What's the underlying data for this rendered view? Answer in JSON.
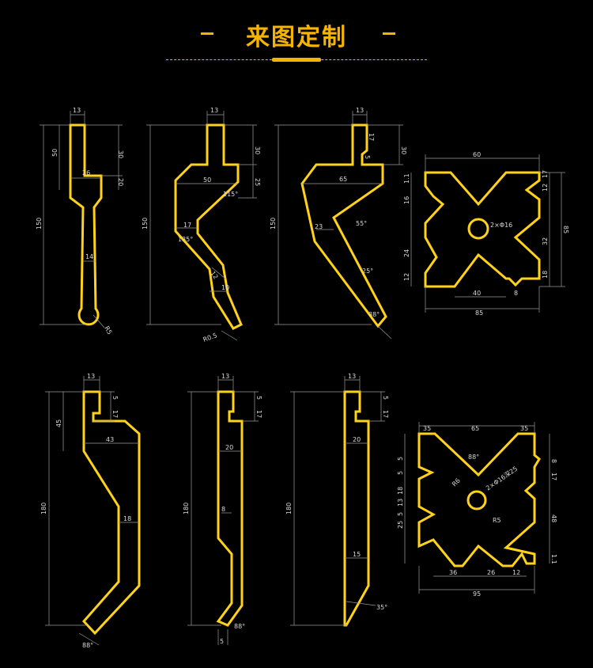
{
  "header": {
    "title": "来图定制",
    "dash_left": "-",
    "dash_right": "-"
  },
  "colors": {
    "accent": "#f5b400",
    "outline": "#ffd21a",
    "dimension_line": "#9a9a9a",
    "background": "#000000"
  },
  "dimension_labels": {
    "d1_13": "13",
    "d1_50": "50",
    "d1_30": "30",
    "d1_26": "26",
    "d1_20": "20",
    "d1_150": "150",
    "d1_14": "14",
    "d1_r5": "R5",
    "d2_13": "13",
    "d2_30": "30",
    "d2_50": "50",
    "d2_25": "25",
    "d2_115": "115°",
    "d2_150": "150",
    "d2_17": "17",
    "d2_135": "135°",
    "d2_12": "12",
    "d2_10": "10",
    "d2_r05": "R0.5",
    "d3_13": "13",
    "d3_17": "17",
    "d3_5": "5",
    "d3_30": "30",
    "d3_65": "65",
    "d3_150": "150",
    "d3_23": "23",
    "d3_55": "55°",
    "d3_25": "25°",
    "d3_88": "88°",
    "d4_60": "60",
    "d4_l1": "1.1",
    "d4_16": "16",
    "d4_2x16": "2×Φ16",
    "d4_24": "24",
    "d4_12a": "12",
    "d4_12b": "12",
    "d4_17": "17",
    "d4_85v": "85",
    "d4_32": "32",
    "d4_18": "18",
    "d4_40": "40",
    "d4_8": "8",
    "d4_85h": "85",
    "d5_13": "13",
    "d5_5": "5",
    "d5_17": "17",
    "d5_45": "45",
    "d5_43": "43",
    "d5_180": "180",
    "d5_18": "18",
    "d5_88": "88°",
    "d6_13": "13",
    "d6_5": "5",
    "d6_17": "17",
    "d6_20": "20",
    "d6_180": "180",
    "d6_8": "8",
    "d6_88": "88°",
    "d6_5b": "5",
    "d7_13": "13",
    "d7_5": "5",
    "d7_17": "17",
    "d7_20": "20",
    "d7_180": "180",
    "d7_15": "15",
    "d7_35": "35°",
    "d8_35a": "35",
    "d8_65": "65",
    "d8_35b": "35",
    "d8_5a": "5",
    "d8_88": "88°",
    "d8_8": "8",
    "d8_5b": "5",
    "d8_18": "18",
    "d8_r6": "R6",
    "d8_2x16": "2×Φ16深25",
    "d8_17": "17",
    "d8_13": "13",
    "d8_5c": "5",
    "d8_r5": "R5",
    "d8_25": "25",
    "d8_48": "48",
    "d8_l1": "1.1",
    "d8_36": "36",
    "d8_26": "26",
    "d8_12": "12",
    "d8_95": "95"
  }
}
